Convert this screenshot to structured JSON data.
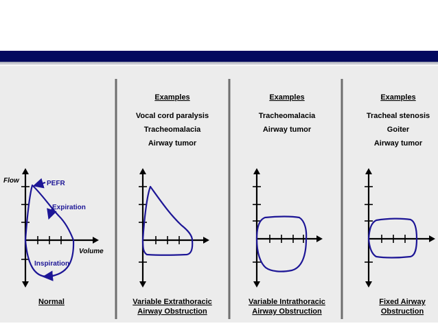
{
  "axis": {
    "y_label": "Flow",
    "x_label": "Volume"
  },
  "normal": {
    "caption": "Normal",
    "labels": {
      "pefr": "PEFR",
      "expiration": "Expiration",
      "inspiration": "Inspiration"
    }
  },
  "panels": [
    {
      "examples_heading": "Examples",
      "examples": [
        "Vocal cord paralysis",
        "Tracheomalacia",
        "Airway tumor"
      ],
      "caption_lines": [
        "Variable Extrathoracic",
        "Airway Obstruction"
      ]
    },
    {
      "examples_heading": "Examples",
      "examples": [
        "Tracheomalacia",
        "Airway tumor"
      ],
      "caption_lines": [
        "Variable Intrathoracic",
        "Airway Obstruction"
      ]
    },
    {
      "examples_heading": "Examples",
      "examples": [
        "Tracheal stenosis",
        "Goiter",
        "Airway tumor"
      ],
      "caption_lines": [
        "Fixed Airway",
        "Obstruction"
      ]
    }
  ],
  "colors": {
    "header_bar": "#03095e",
    "panel_background": "#ececec",
    "loop_stroke": "#1d1696"
  }
}
